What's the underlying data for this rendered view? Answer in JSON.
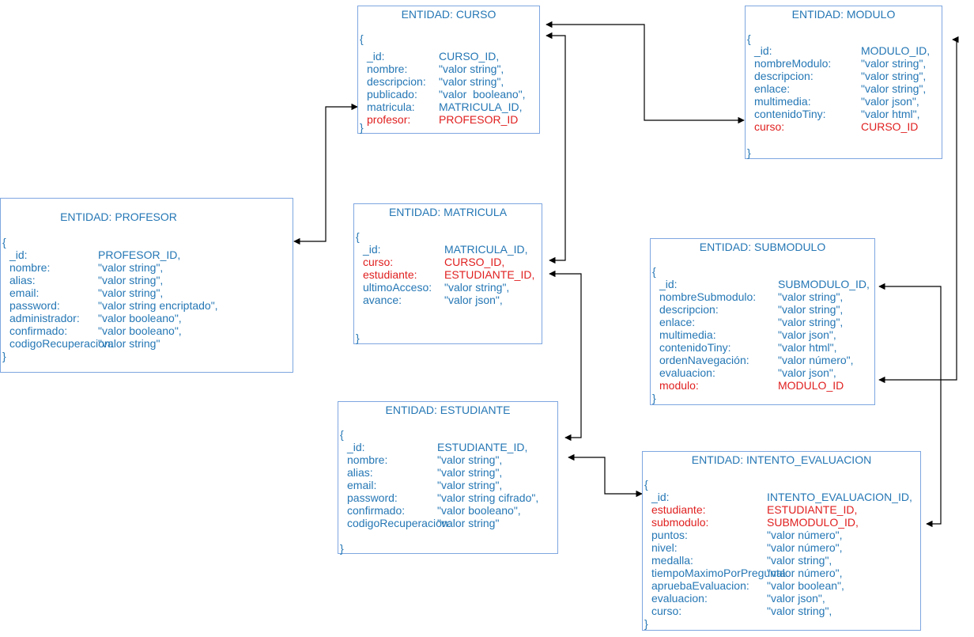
{
  "colors": {
    "text": "#2577b5",
    "foreign_key": "#e01f1f",
    "border": "#7ea6e0",
    "arrow": "#000000"
  },
  "open_brace": "{",
  "close_brace": "}",
  "entities": {
    "curso": {
      "title": "ENTIDAD: CURSO",
      "fields": [
        {
          "name": "_id:",
          "value": "CURSO_ID,",
          "fk": false
        },
        {
          "name": "nombre:",
          "value": "\"valor string\",",
          "fk": false
        },
        {
          "name": "descripcion:",
          "value": "\"valor string\",",
          "fk": false
        },
        {
          "name": "publicado:",
          "value": "\"valor  booleano\",",
          "fk": false
        },
        {
          "name": "matricula:",
          "value": "MATRICULA_ID,",
          "fk": false
        },
        {
          "name": "profesor:",
          "value": "PROFESOR_ID",
          "fk": true
        }
      ]
    },
    "modulo": {
      "title": "ENTIDAD: MODULO",
      "fields": [
        {
          "name": "_id:",
          "value": "MODULO_ID,",
          "fk": false
        },
        {
          "name": "nombreModulo:",
          "value": "\"valor string\",",
          "fk": false
        },
        {
          "name": "descripcion:",
          "value": "\"valor string\",",
          "fk": false
        },
        {
          "name": "enlace:",
          "value": "\"valor string\",",
          "fk": false
        },
        {
          "name": "multimedia:",
          "value": "\"valor json\",",
          "fk": false
        },
        {
          "name": "contenidoTiny:",
          "value": "\"valor html\",",
          "fk": false
        },
        {
          "name": "curso:",
          "value": "CURSO_ID",
          "fk": true
        }
      ]
    },
    "profesor": {
      "title": "ENTIDAD: PROFESOR",
      "fields": [
        {
          "name": "_id:",
          "value": "PROFESOR_ID,",
          "fk": false
        },
        {
          "name": "nombre:",
          "value": "\"valor string\",",
          "fk": false
        },
        {
          "name": "alias:",
          "value": "\"valor string\",",
          "fk": false
        },
        {
          "name": "email:",
          "value": "\"valor string\",",
          "fk": false
        },
        {
          "name": "password:",
          "value": "\"valor string encriptado\",",
          "fk": false
        },
        {
          "name": "administrador:",
          "value": "\"valor booleano\",",
          "fk": false
        },
        {
          "name": "confirmado:",
          "value": "\"valor booleano\",",
          "fk": false
        },
        {
          "name": "codigoRecuperacion:",
          "value": "\"valor string\"",
          "fk": false
        }
      ]
    },
    "matricula": {
      "title": "ENTIDAD: MATRICULA",
      "fields": [
        {
          "name": "_id:",
          "value": "MATRICULA_ID,",
          "fk": false
        },
        {
          "name": "curso:",
          "value": "CURSO_ID,",
          "fk": true
        },
        {
          "name": "estudiante:",
          "value": "ESTUDIANTE_ID,",
          "fk": true
        },
        {
          "name": "ultimoAcceso:",
          "value": "\"valor string\",",
          "fk": false
        },
        {
          "name": "avance:",
          "value": "\"valor json\",",
          "fk": false
        }
      ]
    },
    "submodulo": {
      "title": "ENTIDAD: SUBMODULO",
      "fields": [
        {
          "name": "_id:",
          "value": "SUBMODULO_ID,",
          "fk": false
        },
        {
          "name": "nombreSubmodulo:",
          "value": "\"valor string\",",
          "fk": false
        },
        {
          "name": "descripcion:",
          "value": "\"valor string\",",
          "fk": false
        },
        {
          "name": "enlace:",
          "value": "\"valor string\",",
          "fk": false
        },
        {
          "name": "multimedia:",
          "value": "\"valor json\",",
          "fk": false
        },
        {
          "name": "contenidoTiny:",
          "value": "\"valor html\",",
          "fk": false
        },
        {
          "name": "ordenNavegación:",
          "value": "\"valor número\",",
          "fk": false
        },
        {
          "name": "evaluacion:",
          "value": "\"valor json\",",
          "fk": false
        },
        {
          "name": "modulo:",
          "value": "MODULO_ID",
          "fk": true
        }
      ]
    },
    "estudiante": {
      "title": "ENTIDAD: ESTUDIANTE",
      "fields": [
        {
          "name": "_id:",
          "value": "ESTUDIANTE_ID,",
          "fk": false
        },
        {
          "name": "nombre:",
          "value": "\"valor string\",",
          "fk": false
        },
        {
          "name": "alias:",
          "value": "\"valor string\",",
          "fk": false
        },
        {
          "name": "email:",
          "value": "\"valor string\",",
          "fk": false
        },
        {
          "name": "password:",
          "value": "\"valor string cifrado\",",
          "fk": false
        },
        {
          "name": "confirmado:",
          "value": "\"valor booleano\",",
          "fk": false
        },
        {
          "name": "codigoRecuperacion:",
          "value": "\"valor string\"",
          "fk": false
        }
      ]
    },
    "intento_evaluacion": {
      "title": "ENTIDAD: INTENTO_EVALUACION",
      "fields": [
        {
          "name": "_id:",
          "value": "INTENTO_EVALUACION_ID,",
          "fk": false
        },
        {
          "name": "estudiante:",
          "value": "ESTUDIANTE_ID,",
          "fk": true
        },
        {
          "name": "submodulo:",
          "value": "SUBMODULO_ID,",
          "fk": true
        },
        {
          "name": "puntos:",
          "value": "\"valor número\",",
          "fk": false
        },
        {
          "name": "nivel:",
          "value": "\"valor número\",",
          "fk": false
        },
        {
          "name": "medalla:",
          "value": "\"valor string\",",
          "fk": false
        },
        {
          "name": "tiempoMaximoPorPregunta:",
          "value": "\"valor número\",",
          "fk": false
        },
        {
          "name": "apruebaEvaluacion:",
          "value": "\"valor boolean\",",
          "fk": false
        },
        {
          "name": "evaluacion:",
          "value": "\"valor json\",",
          "fk": false
        },
        {
          "name": "curso:",
          "value": "\"valor string\",",
          "fk": false
        }
      ]
    }
  }
}
